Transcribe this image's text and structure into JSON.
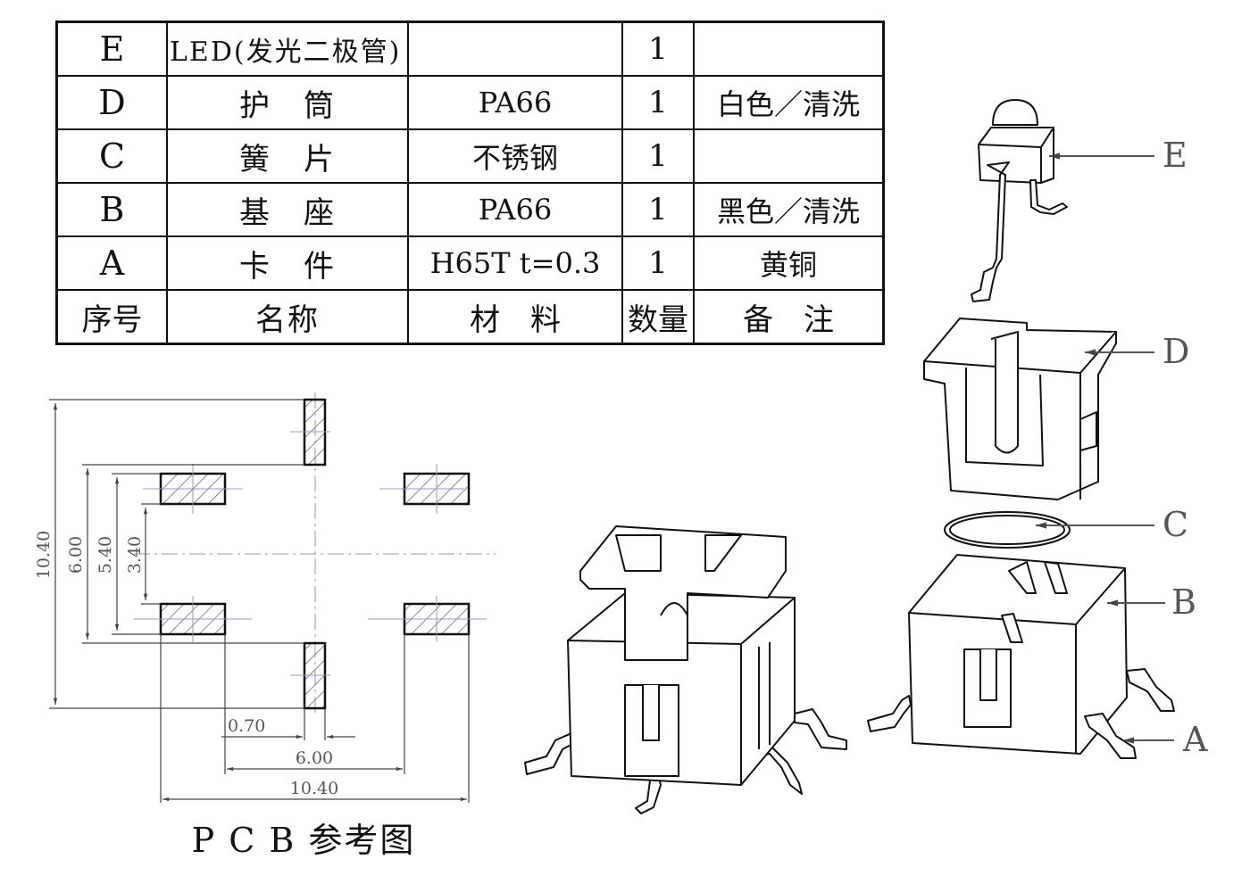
{
  "bom_table": {
    "rows": [
      {
        "seq": "E",
        "name": "LED(发光二极管)",
        "material": "",
        "qty": "1",
        "remark": ""
      },
      {
        "seq": "D",
        "name": "护　筒",
        "material": "PA66",
        "qty": "1",
        "remark": "白色／清洗"
      },
      {
        "seq": "C",
        "name": "簧　片",
        "material": "不锈钢",
        "qty": "1",
        "remark": ""
      },
      {
        "seq": "B",
        "name": "基　座",
        "material": "PA66",
        "qty": "1",
        "remark": "黑色／清洗"
      },
      {
        "seq": "A",
        "name": "卡　件",
        "material": "H65T t=0.3",
        "qty": "1",
        "remark": "黄铜"
      }
    ],
    "header": {
      "seq": "序号",
      "name": "名称",
      "material": "材　料",
      "qty": "数量",
      "remark": "备　注"
    }
  },
  "pcb_drawing": {
    "title": "P C B 参考图",
    "dimensions": {
      "vertical": [
        "10.40",
        "6.00",
        "5.40",
        "3.40"
      ],
      "horizontal": [
        "0.70",
        "6.00",
        "10.40"
      ]
    }
  },
  "exploded_view": {
    "callouts": [
      "E",
      "D",
      "C",
      "B",
      "A"
    ]
  },
  "colors": {
    "line": "#111111",
    "dimension": "#555555",
    "centerline": "#8888aa"
  }
}
